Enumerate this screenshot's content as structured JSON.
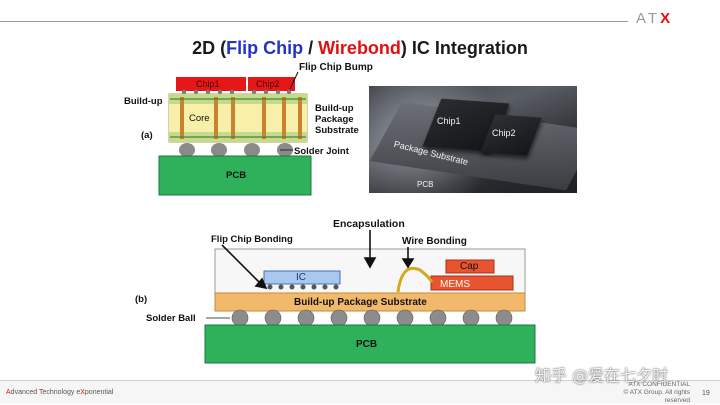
{
  "header": {
    "logo_prefix": "A",
    "logo_mid": "T",
    "logo_x": "X",
    "title_2d": "2D (",
    "title_flip": "Flip Chip",
    "title_sep": " / ",
    "title_wire": "Wirebond",
    "title_rest": ") IC Integration"
  },
  "diagram_a": {
    "part_label": "(a)",
    "chip1": "Chip1",
    "chip2": "Chip2",
    "core": "Core",
    "pcb": "PCB",
    "buildup_left": "Build-up",
    "flip_chip_bump": "Flip Chip Bump",
    "buildup_substrate_l1": "Build-up",
    "buildup_substrate_l2": "Package",
    "buildup_substrate_l3": "Substrate",
    "solder_joint": "Solder Joint"
  },
  "photo": {
    "chip1": "Chip1",
    "chip2": "Chip2",
    "substrate": "Package Substrate",
    "pcb": "PCB"
  },
  "diagram_b": {
    "part_label": "(b)",
    "encapsulation": "Encapsulation",
    "flip_chip_bonding": "Flip Chip Bonding",
    "wire_bonding": "Wire Bonding",
    "ic": "IC",
    "cap": "Cap",
    "mems": "MEMS",
    "substrate": "Build-up Package Substrate",
    "solder_ball": "Solder Ball",
    "pcb": "PCB"
  },
  "footer": {
    "tag_a": "A",
    "tag_dvanced": "dvanced ",
    "tag_t": "T",
    "tag_echnology": "echnology e",
    "tag_x": "X",
    "tag_ponential": "ponential",
    "confidential": "ATX CONFIDENTIAL",
    "copyright": "© ATX Group. All rights reserved",
    "page": "19",
    "watermark": "知乎 @爱在七夕时"
  },
  "colors": {
    "title_blue": "#2233cc",
    "title_red": "#e01010",
    "chip_red": "#e61717",
    "substrate_orange": "#f3b96b",
    "pcb_green": "#2fb05a",
    "solder_gray": "#8a8a8a",
    "ic_blue": "#a9c8f0",
    "mems_red": "#e8542f"
  }
}
